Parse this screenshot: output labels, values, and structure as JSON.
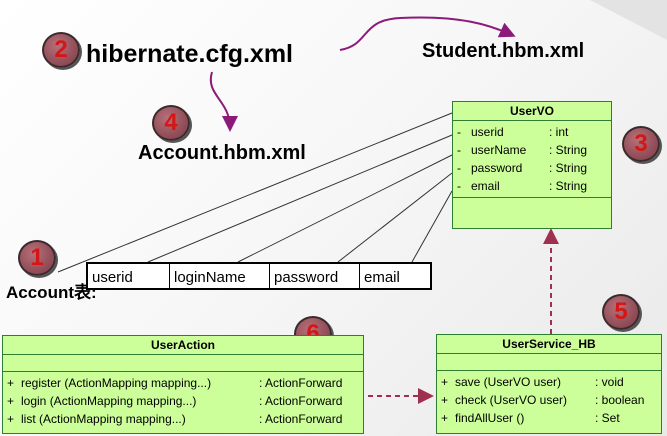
{
  "labels": {
    "cfg": "hibernate.cfg.xml",
    "student": "Student.hbm.xml",
    "account_hbm": "Account.hbm.xml",
    "account_table": "Account表:"
  },
  "badges": [
    "1",
    "2",
    "3",
    "4",
    "5",
    "6"
  ],
  "table_columns": [
    "userid",
    "loginName",
    "password",
    "email"
  ],
  "uservo": {
    "name": "UserVO",
    "attributes": [
      {
        "vis": "-",
        "name": "userid",
        "type": ": int"
      },
      {
        "vis": "-",
        "name": "userName",
        "type": ": String"
      },
      {
        "vis": "-",
        "name": "password",
        "type": ": String"
      },
      {
        "vis": "-",
        "name": "email",
        "type": ": String"
      }
    ]
  },
  "useraction": {
    "name": "UserAction",
    "methods": [
      {
        "vis": "+",
        "sig": "register (ActionMapping mapping...)",
        "ret": ": ActionForward"
      },
      {
        "vis": "+",
        "sig": "login (ActionMapping mapping...)",
        "ret": ": ActionForward"
      },
      {
        "vis": "+",
        "sig": "list (ActionMapping mapping...)",
        "ret": ": ActionForward"
      }
    ]
  },
  "userservice": {
    "name": "UserService_HB",
    "methods": [
      {
        "vis": "+",
        "sig": "save (UserVO user)",
        "ret": ": void"
      },
      {
        "vis": "+",
        "sig": "check (UserVO user)",
        "ret": ": boolean"
      },
      {
        "vis": "+",
        "sig": "findAllUser ()",
        "ret": ": Set"
      }
    ]
  },
  "colors": {
    "uml_fill": "#ccff99",
    "badge_fill": "#8c4a55",
    "badge_text": "#d41616",
    "arrow_purple": "#8b1a7a",
    "dashed_arrow": "#a03050"
  }
}
